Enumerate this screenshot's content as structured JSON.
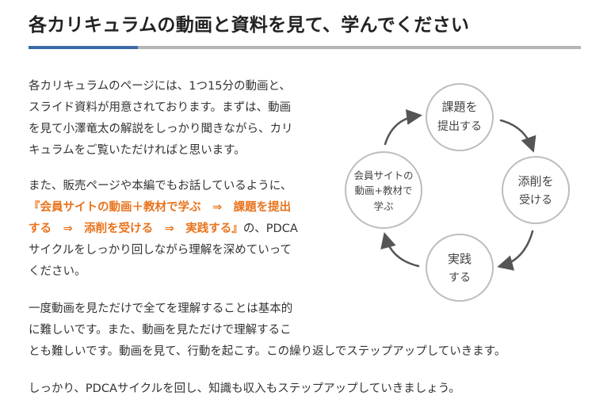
{
  "heading": "各カリキュラムの動画と資料を見て、学んでください",
  "para1": [
    "各カリキュラムのページには、1つ15分の動画と、",
    "スライド資料が用意されております。まずは、動画",
    "を見て小澤竜太の解説をしっかり聞きながら、カリ",
    "キュラムをご覧いただければと思います。"
  ],
  "para2": {
    "line1": "また、販売ページや本編でもお話しているように、",
    "hl1": "『会員サイトの動画＋教材で学ぶ　⇒　課題を提出",
    "hl2": "する　⇒　添削を受ける　⇒　実践する』",
    "line2_rest": "の、PDCA",
    "line3": "サイクルをしっかり回しながら理解を深めていって",
    "line4": "ください。"
  },
  "para3": [
    "一度動画を見ただけで全てを理解することは基本的",
    "に難しいです。また、動画を見ただけで理解するこ",
    "とも難しいです。動画を見て、行動を起こす。この繰り返しでステップアップしていきます。"
  ],
  "para4": "しっかり、PDCAサイクルを回し、知識も収入もステップアップしていきましょう。",
  "cycle": {
    "top": [
      "課題を",
      "提出する"
    ],
    "right": [
      "添削を",
      "受ける"
    ],
    "bottom": [
      "実践",
      "する"
    ],
    "left": [
      "会員サイトの",
      "動画+教材で",
      "学ぶ"
    ]
  },
  "colors": {
    "accent_bar": "#3a6aa8",
    "highlight": "#e8731c"
  }
}
